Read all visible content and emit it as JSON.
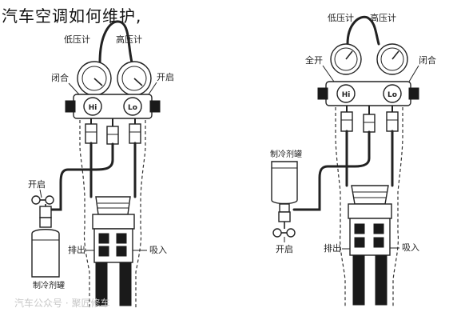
{
  "page": {
    "title": "汽车空调如何维护,"
  },
  "left_diagram": {
    "low_gauge": "低压计",
    "high_gauge": "高压计",
    "low_valve": "闭合",
    "high_valve": "开启",
    "low_knob": "Hi",
    "high_knob": "Lo",
    "can_valve": "开启",
    "refrigerant_can": "制冷剂罐",
    "discharge": "排出",
    "suction": "吸入"
  },
  "right_diagram": {
    "low_gauge": "低压计",
    "high_gauge": "高压计",
    "low_valve": "全开",
    "high_valve": "闭合",
    "low_knob": "Hi",
    "high_knob": "Lo",
    "refrigerant_can": "制冷剂罐",
    "can_valve": "开启",
    "discharge": "排出",
    "suction": "吸入"
  },
  "watermark": {
    "left": "汽车公众号 · 聚匠修车"
  },
  "colors": {
    "ink": "#1a1a1a",
    "background": "#ffffff",
    "watermark": "#c8c8c8"
  }
}
